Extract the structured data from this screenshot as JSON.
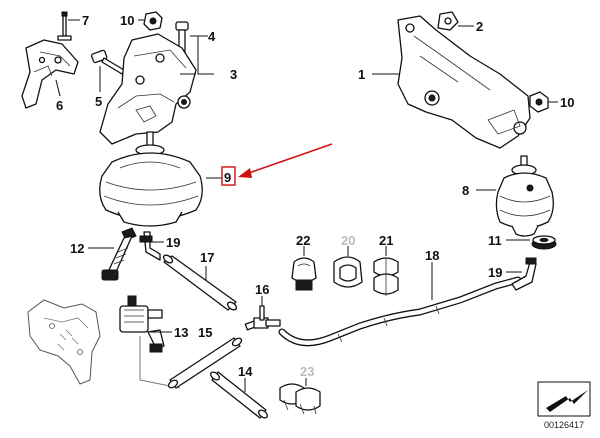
{
  "labels": {
    "l1": "1",
    "l2": "2",
    "l3": "3",
    "l4": "4",
    "l5": "5",
    "l6": "6",
    "l7": "7",
    "l8": "8",
    "l9": "9",
    "l10a": "10",
    "l10b": "10",
    "l11": "11",
    "l12": "12",
    "l13": "13",
    "l14": "14",
    "l15": "15",
    "l16": "16",
    "l17": "17",
    "l18": "18",
    "l19a": "19",
    "l19b": "19",
    "l20": "20",
    "l21": "21",
    "l22": "22",
    "l23": "23"
  },
  "catalog_number": "00126417",
  "colors": {
    "highlight": "#d01010",
    "inactive_label": "#bdbdbd",
    "ink": "#111111"
  }
}
